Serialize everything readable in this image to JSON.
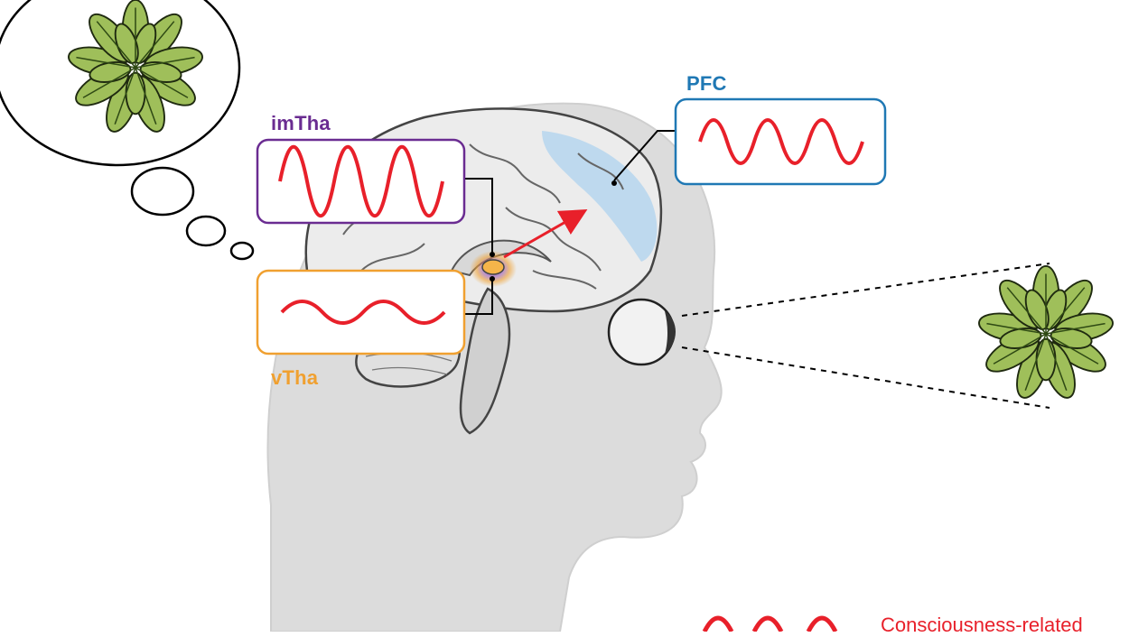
{
  "labels": {
    "imtha": "imTha",
    "pfc": "PFC",
    "vtha": "vTha"
  },
  "legend": {
    "text": "Consciousness-related"
  },
  "colors": {
    "imtha": "#6a2c91",
    "pfc": "#1f78b4",
    "vtha": "#f0a030",
    "wave": "#e8202a",
    "head": "#d9d9d9",
    "brain": "#ececec",
    "pfc_highlight": "#b9d7ee",
    "leaf": "#9fbf5a",
    "leaf_vein": "#3a5a1a"
  },
  "icons": {
    "thought_bubble": "thought-bubble-icon",
    "plant": "plant-rosette-icon",
    "eye": "eye-icon"
  }
}
